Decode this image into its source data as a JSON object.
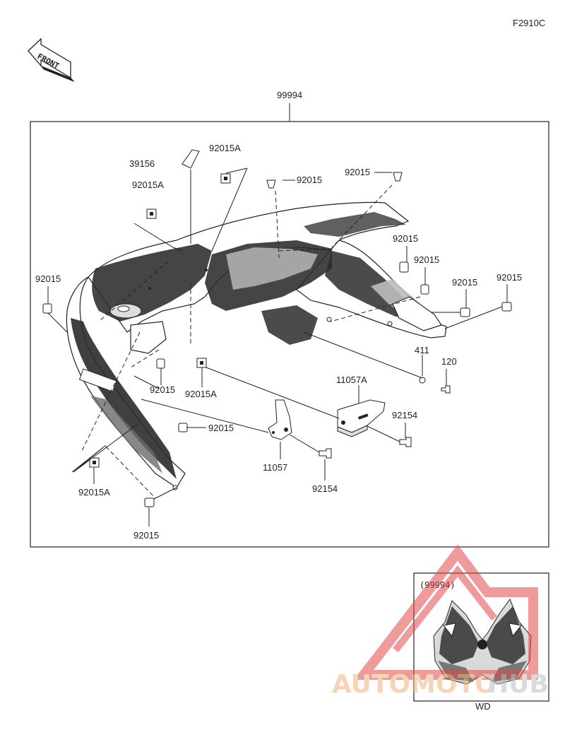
{
  "figure_code": "F2910C",
  "front_badge": "FRONT",
  "assembly_label": "99994",
  "part_labels": {
    "p39156": "39156",
    "p92015A_top": "92015A",
    "p92015A_left": "92015A",
    "p92015_center_top": "92015",
    "p92015_top_right": "92015",
    "p92015_right1": "92015",
    "p92015_right2": "92015",
    "p92015_right3": "92015",
    "p92015_right4": "92015",
    "p92015_left": "92015",
    "p92015_mid": "92015",
    "p92015A_mid": "92015A",
    "p411": "411",
    "p120": "120",
    "p11057A": "11057A",
    "p92154_right": "92154",
    "p92015_lower": "92015",
    "p11057": "11057",
    "p92154_lower": "92154",
    "p92015A_bottom": "92015A",
    "p92015_bottom": "92015"
  },
  "inset": {
    "label": "(99994)",
    "caption": "WD"
  },
  "watermark": {
    "text_a": "AUTOMOTO",
    "text_b": "HUB",
    "color": "#f2a8a8"
  }
}
